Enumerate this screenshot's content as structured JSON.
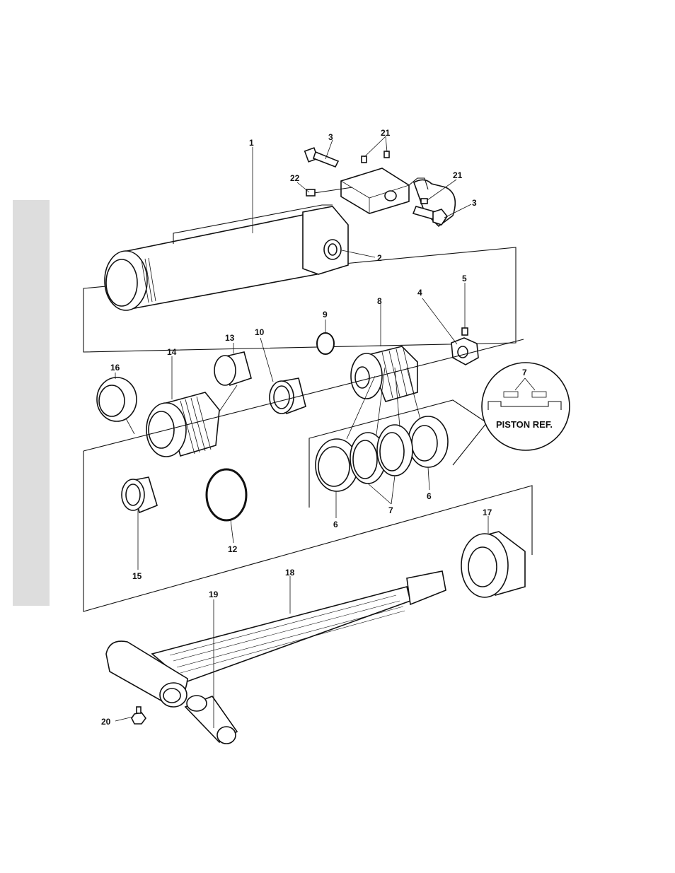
{
  "callouts": {
    "c1": "1",
    "c2": "2",
    "c3a": "3",
    "c3b": "3",
    "c4": "4",
    "c5": "5",
    "c6a": "6",
    "c6b": "6",
    "c7a": "7",
    "c7b": "7",
    "c8": "8",
    "c9": "9",
    "c10": "10",
    "c12": "12",
    "c13": "13",
    "c14": "14",
    "c15": "15",
    "c16": "16",
    "c17": "17",
    "c18": "18",
    "c19": "19",
    "c20": "20",
    "c21a": "21",
    "c21b": "21",
    "c22": "22"
  },
  "inset": {
    "label": "PISTON REF."
  },
  "colors": {
    "ink": "#111111",
    "side_tab": "#dddddd",
    "background": "#ffffff"
  }
}
